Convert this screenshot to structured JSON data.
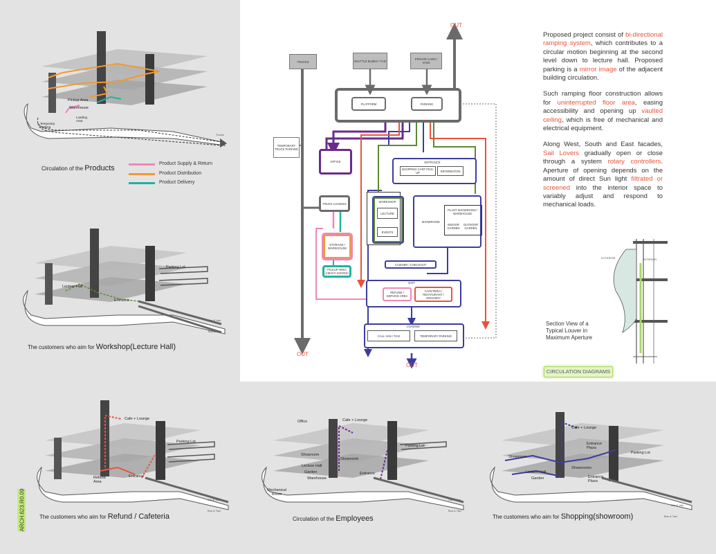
{
  "colors": {
    "supply_return": "#ef86b8",
    "distribution": "#f29a2e",
    "delivery": "#1db3a0",
    "flow_gray": "#6b6b6b",
    "flow_purple": "#6a2a8e",
    "flow_blue": "#3c3c9e",
    "flow_green": "#5a8a2e",
    "flow_red": "#e8533a",
    "accent_green": "#a9d65a"
  },
  "panels": {
    "products": {
      "labels": {
        "pickup": "Pickup Area",
        "warehouse": "Warehouse",
        "loading": "Loading Area",
        "temp_parking": "Temporary Parking",
        "trucks": "Trucks"
      },
      "caption_prefix": "Circulation of the ",
      "caption_main": "Products",
      "legend": [
        {
          "label": "Product Supply & Return",
          "color_key": "supply_return"
        },
        {
          "label": "Product Distribution",
          "color_key": "distribution"
        },
        {
          "label": "Product Delivery",
          "color_key": "delivery"
        }
      ]
    },
    "workshop": {
      "labels": {
        "parking": "Parking Lot",
        "lecture": "Lecture Hall",
        "entrance": "Entrance",
        "car": "Car & Van",
        "bus": "Bus & Taxi"
      },
      "caption_prefix": "The customers who aim for ",
      "caption_main": "Workshop(Lecture Hall)"
    },
    "refund": {
      "labels": {
        "cafe": "Cafe + Lounge",
        "parking": "Parking Lot",
        "refund": "Refund Area",
        "entrance": "Entrance",
        "car": "Car & Van",
        "bus": "Bus & Taxi"
      },
      "caption_prefix": "The customers who aim for ",
      "caption_main": "Refund / Cafeteria"
    },
    "employees": {
      "labels": {
        "office": "Office",
        "cafe": "Cafe + Lounge",
        "showroom1": "Showroom",
        "showroom2": "Showroom",
        "parking": "Parking Lot",
        "lecture": "Lecture Hall",
        "garden": "Garden",
        "warehouse": "Warehouse",
        "mech": "Mechanical Room",
        "entrance": "Entrance",
        "car": "Car & Van",
        "bus": "Bus & Taxi"
      },
      "caption_prefix": "Circulation of the ",
      "caption_main": "Employees"
    },
    "shopping": {
      "labels": {
        "cafe": "Cafe + Lounge",
        "entrance1": "Entrance Plaza",
        "parking": "Parking Lot",
        "showroom1": "Showroom",
        "showroom2": "Showrooms",
        "lecture": "Lecture Hall",
        "garden": "Garden",
        "entrance2": "Entrance Plaza",
        "car": "Car & Van",
        "bus": "Bus & Taxi"
      },
      "caption_prefix": "The customers who aim for ",
      "caption_main": "Shopping(showroom)"
    }
  },
  "flowchart": {
    "out_top": "OUT",
    "out_left": "OUT",
    "out_bottom": "OUT",
    "trucks": "TRUCKS",
    "shuttle": "SHUTTLE BUSES / TAXI",
    "private": "PRIVATE CARS / VANS",
    "platform": "PLATFORM",
    "parking": "PARKING",
    "temp_truck": "TEMPORARY TRUCK PARKING",
    "office": "OFFICE",
    "entrance": "ENTRANCE",
    "shopping_cart": "SHOPPING CART PICK-UP",
    "information": "INFORMATION",
    "truck_loading": "TRUCK LOADING",
    "workshop": "WORKSHOP",
    "lecture": "LECTURE",
    "events": "EVENTS",
    "showroom": "SHOWROOM",
    "plant_showroom": "PLANT SHOWROOM / WAREHOUSE",
    "indoor_garden": "INDOOR GARDEN",
    "outdoor_garden": "OUTDOOR GARDEN",
    "storage": "STORAGE / WAREHOUSE",
    "pickup_area": "PICKUP AREA (HEAVY GOODS)",
    "cashier": "CASHIER / CHECKOUT",
    "exit": "EXIT",
    "refund": "REFUND / SERVICE AREA",
    "cafeteria": "CAFETERIA / RESTAURANT / GROCERY",
    "loading": "LOADING",
    "call_van": "CALL VAN / TAXI",
    "temp_parking": "TEMPORARY PARKING"
  },
  "description": {
    "p1_a": "Proposed project consist of ",
    "p1_hl1": "bi-directional ramping system",
    "p1_b": ", which contributes to a circular motion beginning at the second level down to lecture hall. Proposed parking is a ",
    "p1_hl2": "mirror image",
    "p1_c": " of the adjacent building circulation.",
    "p2_a": "Such ramping floor construction allows for ",
    "p2_hl1": "uninterrupted floor area",
    "p2_b": ", easing accessibility and opening up ",
    "p2_hl2": "vaulted ceiling",
    "p2_c": ", which is free of mechanical and electrical equipment.",
    "p3_a": "Along West, South and East facades, ",
    "p3_hl1": "Sail Lovers",
    "p3_b": " gradually open or close through a system ",
    "p3_hl2": "rotary controllers",
    "p3_c": ". Aperture of opening depends on the amount of direct Sun light ",
    "p3_hl3": "filtrated or screened",
    "p3_d": " into the interior space to variably adjust and respond to mechanical loads."
  },
  "section": {
    "exterior": "EXTERIOR",
    "interior": "INTERIOR",
    "caption": "Section View of a Typical Louver in Maximum Aperture"
  },
  "tag": "CIRCULATION DIAGRAMS",
  "sheet_id": "ARCH.623.R0.09"
}
